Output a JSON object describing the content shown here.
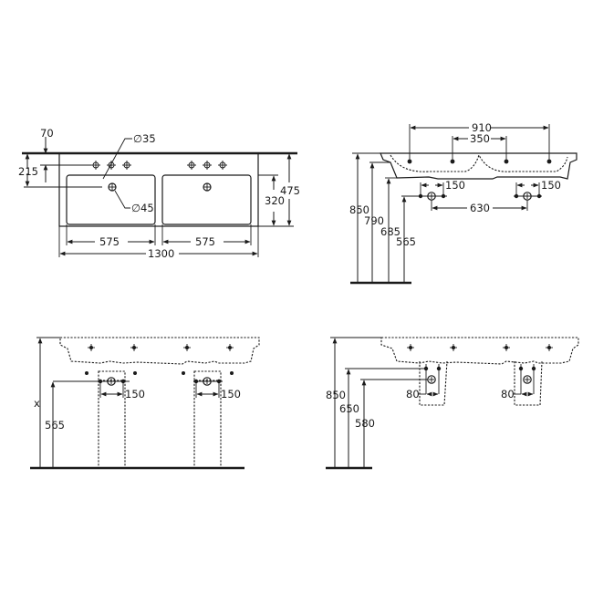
{
  "drawing": {
    "type": "technical dimension drawing",
    "subject": "double washbasin",
    "units": "mm",
    "line_color": "#1a1a1a",
    "background": "#ffffff"
  },
  "views": {
    "top_view": {
      "labels": {
        "depth_front_to_tap": "70",
        "depth_front_to_drain": "215",
        "tap_hole_diameter": "∅35",
        "overflow_diameter": "∅45",
        "bowl_depth": "320",
        "overall_depth": "475",
        "bowl_width_left": "575",
        "bowl_width_right": "575",
        "overall_width": "1300"
      }
    },
    "side_view": {
      "labels": {
        "outer_tap_spacing": "910",
        "inner_tap_spacing": "350",
        "waste_spacing_left": "150",
        "waste_spacing_right": "150",
        "waste_centers": "630",
        "height_top": "850",
        "height_rim": "790",
        "height_underside": "685",
        "height_waste": "565"
      }
    },
    "front_view_pedestal": {
      "labels": {
        "height_variable": "x",
        "height_waste": "565",
        "waste_spacing_left": "150",
        "waste_spacing_right": "150"
      }
    },
    "front_view_semi_pedestal": {
      "labels": {
        "height_top": "850",
        "height_upper": "650",
        "height_lower": "580",
        "trap_width_left": "80",
        "trap_width_right": "80"
      }
    }
  }
}
